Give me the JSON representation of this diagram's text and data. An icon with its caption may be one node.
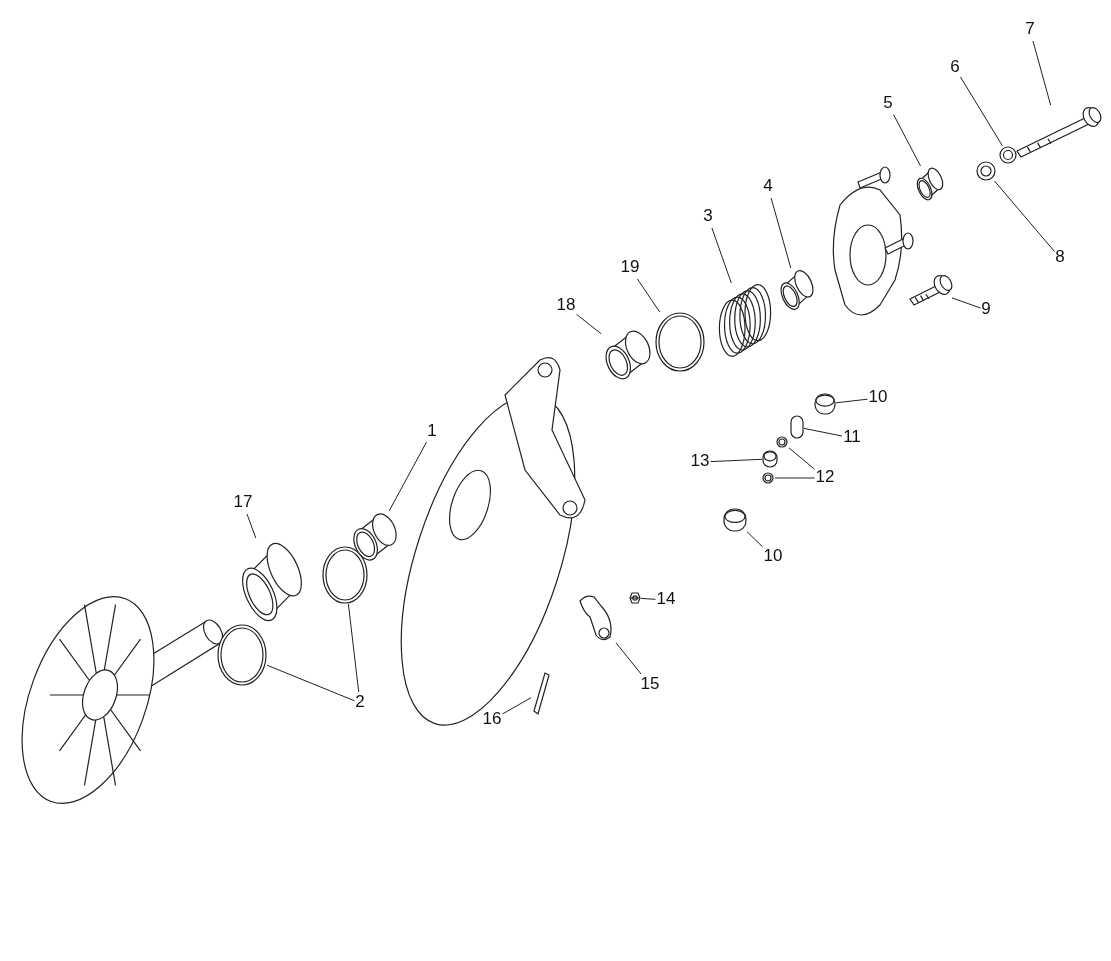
{
  "diagram": {
    "nodes": [
      {
        "text": [
          "1"
        ]
      },
      {
        "text": [],
        "shape": "picture"
      },
      {
        "text": [
          "2"
        ]
      },
      {
        "text": [],
        "shape": "picture"
      },
      {
        "text": [],
        "shape": "picture"
      },
      {
        "text": [
          "3"
        ]
      },
      {
        "text": [],
        "shape": "picture"
      },
      {
        "text": [
          "4"
        ]
      },
      {
        "text": [],
        "shape": "picture"
      },
      {
        "text": [
          "5"
        ]
      },
      {
        "text": [],
        "shape": "picture"
      },
      {
        "text": [
          "6"
        ]
      },
      {
        "text": [],
        "shape": "picture"
      },
      {
        "text": [
          "7"
        ]
      },
      {
        "text": [],
        "shape": "picture"
      },
      {
        "text": [
          "8"
        ]
      },
      {
        "text": [],
        "shape": "picture"
      },
      {
        "text": [
          "9"
        ]
      },
      {
        "text": [],
        "shape": "picture"
      },
      {
        "text": [
          "10"
        ]
      },
      {
        "text": [],
        "shape": "picture"
      },
      {
        "text": [
          "11"
        ]
      },
      {
        "text": [],
        "shape": "bar"
      },
      {
        "text": [
          "12"
        ]
      },
      {
        "text": [],
        "shape": "picture"
      },
      {
        "text": [],
        "shape": "picture"
      },
      {
        "text": [
          "13"
        ]
      },
      {
        "text": [],
        "shape": "picture"
      },
      {
        "text": [
          "10"
        ]
      },
      {
        "text": [],
        "shape": "picture"
      },
      {
        "text": [
          "14"
        ]
      },
      {
        "text": [],
        "shape": "picture"
      },
      {
        "text": [
          "15"
        ]
      },
      {
        "text": [],
        "shape": "picture"
      },
      {
        "text": [
          "16"
        ]
      },
      {
        "text": [],
        "shape": "picture"
      },
      {
        "text": [
          "17"
        ]
      },
      {
        "text": [],
        "shape": "picture"
      },
      {
        "text": [
          "18"
        ]
      },
      {
        "text": [],
        "shape": "picture"
      },
      {
        "text": [
          "19"
        ]
      },
      {
        "text": [],
        "shape": "picture"
      }
    ],
    "edges": [
      {
        "from": 0,
        "to": 1,
        "arrow": "none"
      },
      {
        "from": 2,
        "to": 3,
        "arrow": "none"
      },
      {
        "from": 2,
        "to": 4,
        "arrow": "none"
      },
      {
        "from": 5,
        "to": 6,
        "arrow": "none"
      },
      {
        "from": 7,
        "to": 8,
        "arrow": "none"
      },
      {
        "from": 9,
        "to": 10,
        "arrow": "none"
      },
      {
        "from": 11,
        "to": 12,
        "arrow": "none"
      },
      {
        "from": 13,
        "to": 14,
        "arrow": "none"
      },
      {
        "from": 15,
        "to": 16,
        "arrow": "none"
      },
      {
        "from": 17,
        "to": 18,
        "arrow": "none"
      },
      {
        "from": 19,
        "to": 20,
        "arrow": "none"
      },
      {
        "from": 21,
        "to": 22,
        "arrow": "none"
      },
      {
        "from": 23,
        "to": 24,
        "arrow": "none"
      },
      {
        "from": 23,
        "to": 25,
        "arrow": "none"
      },
      {
        "from": 26,
        "to": 27,
        "arrow": "none"
      },
      {
        "from": 28,
        "to": 29,
        "arrow": "none"
      },
      {
        "from": 30,
        "to": 31,
        "arrow": "none"
      },
      {
        "from": 32,
        "to": 33,
        "arrow": "none"
      },
      {
        "from": 34,
        "to": 35,
        "arrow": "none"
      },
      {
        "from": 36,
        "to": 37,
        "arrow": "none"
      },
      {
        "from": 38,
        "to": 39,
        "arrow": "none"
      },
      {
        "from": 40,
        "to": 41,
        "arrow": "none"
      }
    ]
  }
}
